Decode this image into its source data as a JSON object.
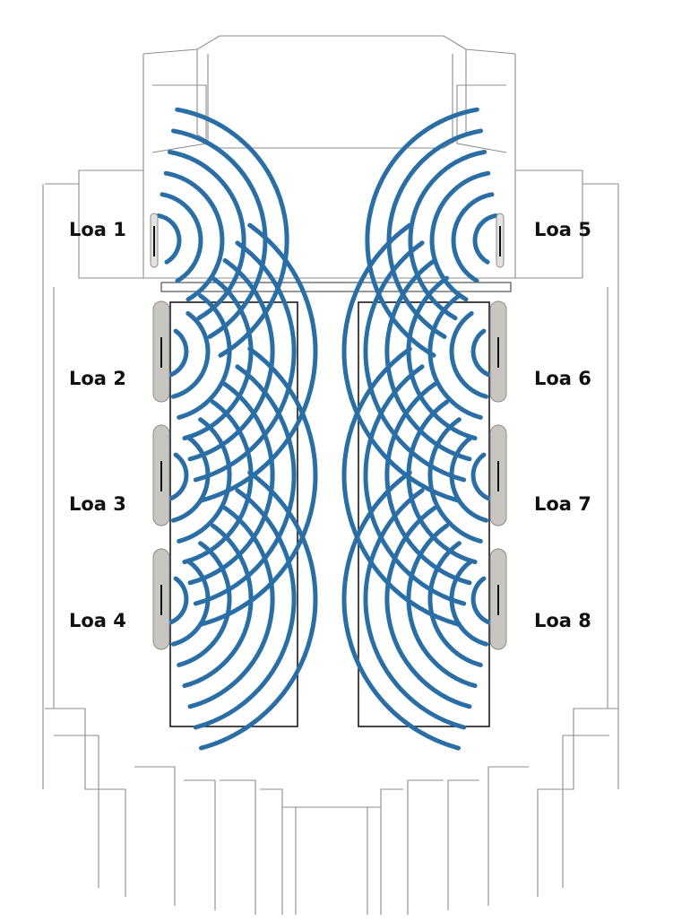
{
  "speakers": [
    {
      "id": "loa-1",
      "label": "Loa 1",
      "side": "left"
    },
    {
      "id": "loa-2",
      "label": "Loa 2",
      "side": "left"
    },
    {
      "id": "loa-3",
      "label": "Loa 3",
      "side": "left"
    },
    {
      "id": "loa-4",
      "label": "Loa 4",
      "side": "left"
    },
    {
      "id": "loa-5",
      "label": "Loa 5",
      "side": "right"
    },
    {
      "id": "loa-6",
      "label": "Loa 6",
      "side": "right"
    },
    {
      "id": "loa-7",
      "label": "Loa 7",
      "side": "right"
    },
    {
      "id": "loa-8",
      "label": "Loa 8",
      "side": "right"
    }
  ],
  "colors": {
    "wave": "#2a6ea6",
    "speaker_body": "#c9c5c1",
    "speaker_edge": "#8f8a85",
    "label": "#111111",
    "sketch": "#8d8d8d"
  }
}
